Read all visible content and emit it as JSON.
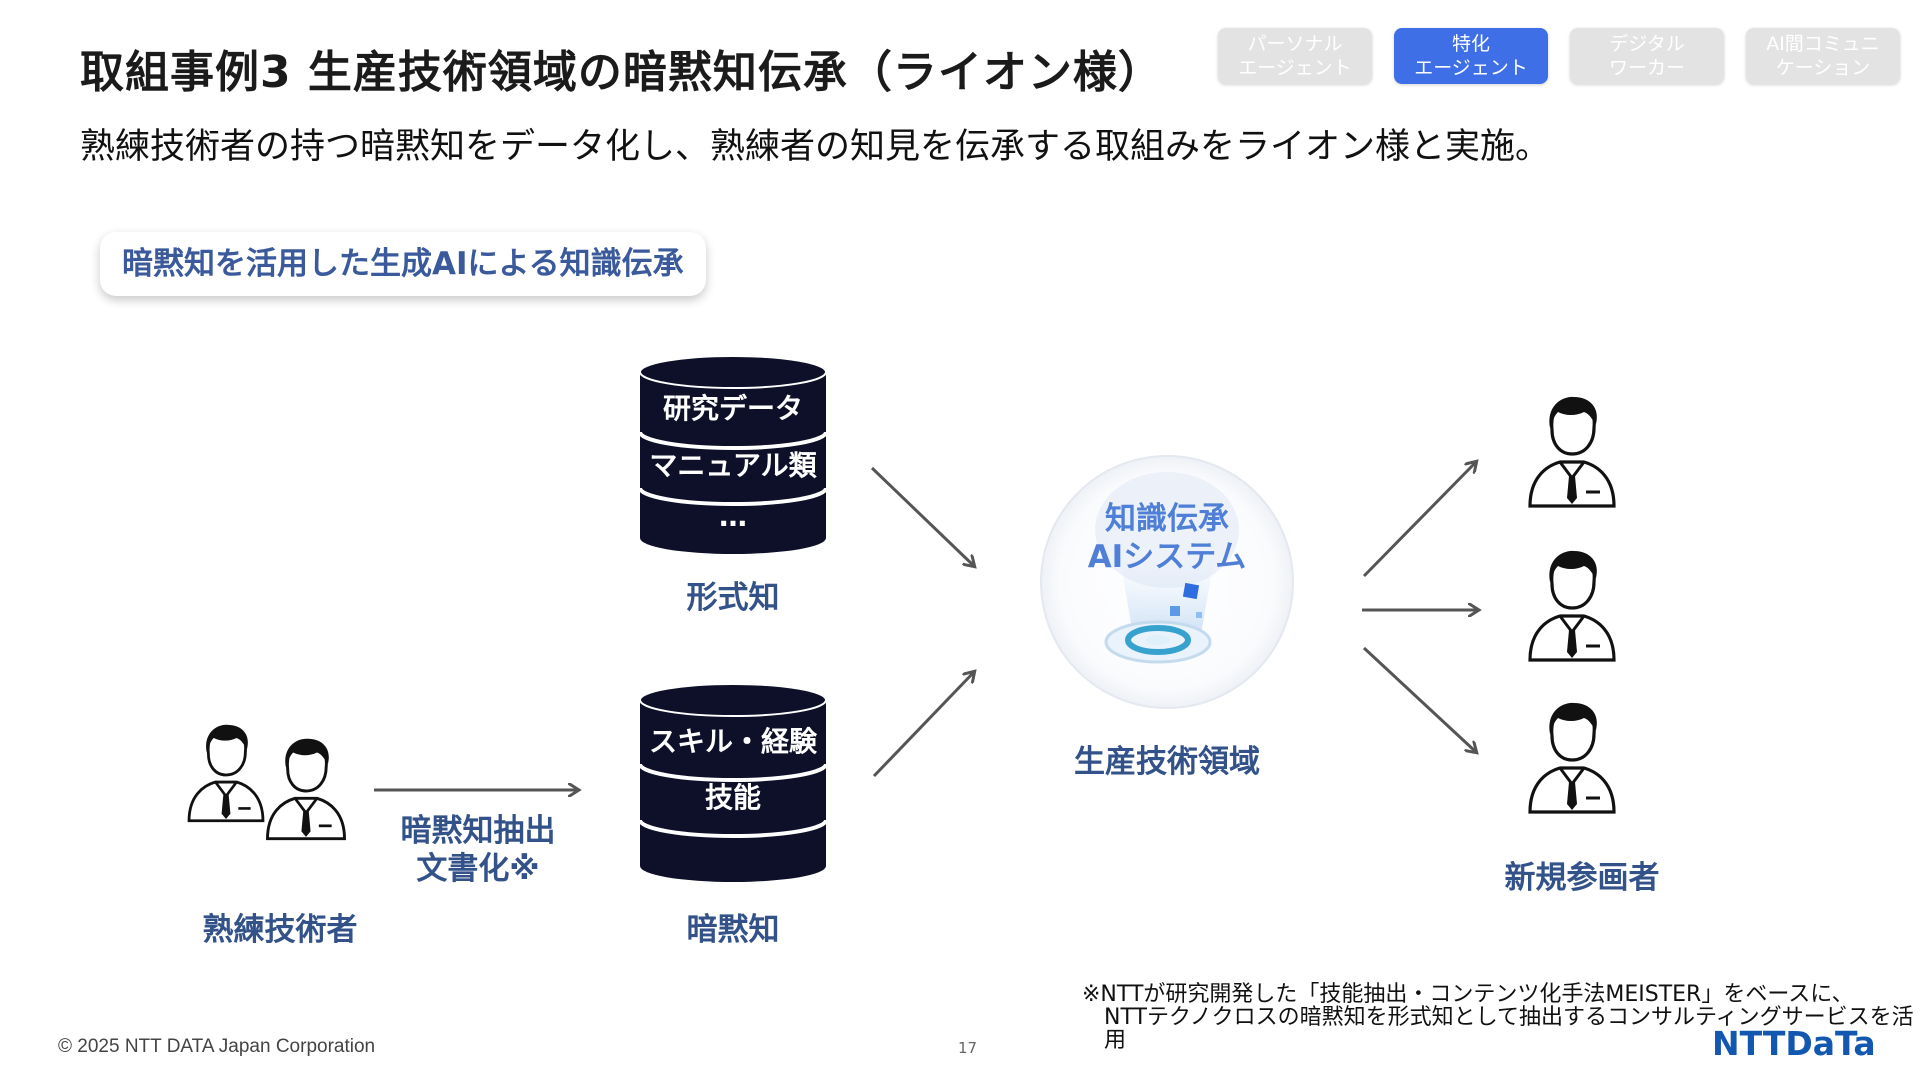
{
  "header": {
    "title": "取組事例3 生産技術領域の暗黙知伝承（ライオン様）",
    "subtitle": "熟練技術者の持つ暗黙知をデータ化し、熟練者の知見を伝承する取組みをライオン様と実施。"
  },
  "tabs": [
    {
      "line1": "パーソナル",
      "line2": "エージェント",
      "active": false
    },
    {
      "line1": "特化",
      "line2": "エージェント",
      "active": true
    },
    {
      "line1": "デジタル",
      "line2": "ワーカー",
      "active": false
    },
    {
      "line1": "AI間コミュニ",
      "line2": "ケーション",
      "active": false
    }
  ],
  "badge": "暗黙知を活用した生成AIによる知識伝承",
  "diagram": {
    "explicit_db": {
      "items": [
        "研究データ",
        "マニュアル類",
        "…"
      ],
      "label": "形式知"
    },
    "tacit_db": {
      "items": [
        "スキル・経験",
        "技能"
      ],
      "label": "暗黙知"
    },
    "experts_label": "熟練技術者",
    "extract_label_line1": "暗黙知抽出",
    "extract_label_line2": "文書化※",
    "system_line1": "知識伝承",
    "system_line2": "AIシステム",
    "domain_label": "生産技術領域",
    "newcomers_label": "新規参画者"
  },
  "footnote": {
    "line1": "※NTTが研究開発した「技能抽出・コンテンツ化手法MEISTER」をベースに、",
    "line2": "NTTテクノクロスの暗黙知を形式知として抽出するコンサルティングサービスを活用"
  },
  "footer": {
    "copyright": "© 2025 NTT DATA Japan Corporation",
    "page": "17",
    "logo": "NTTDaTa"
  },
  "colors": {
    "accent": "#3e6fe6",
    "label_blue": "#33528a",
    "db_navy": "#0d1028",
    "arrow_gray": "#555555"
  },
  "icons": {
    "person": "person-with-tie-icon",
    "database": "database-cylinder-icon",
    "ai_system": "ai-hologram-icon"
  }
}
